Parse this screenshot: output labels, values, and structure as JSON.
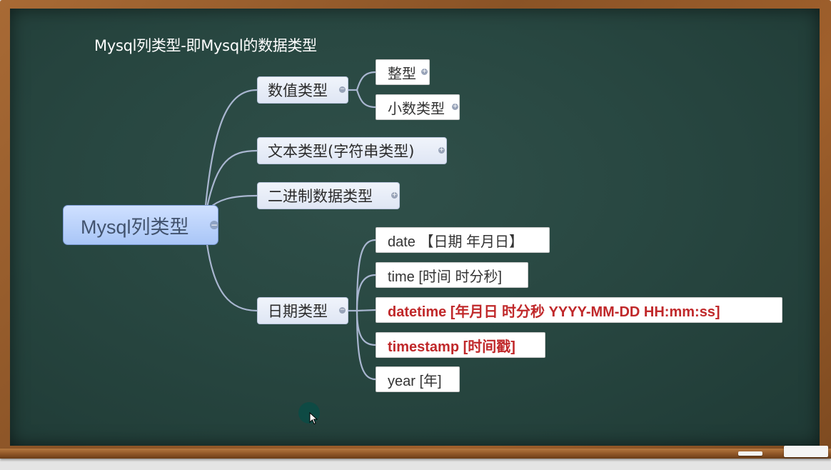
{
  "title": "Mysql列类型-即Mysql的数据类型",
  "root": {
    "label": "Mysql列类型",
    "toggle": "−"
  },
  "branches": [
    {
      "label": "数值类型",
      "toggle": "−",
      "children": [
        {
          "label": "整型",
          "toggle": "+"
        },
        {
          "label": "小数类型",
          "toggle": "+"
        }
      ]
    },
    {
      "label": "文本类型(字符串类型)",
      "toggle": "+"
    },
    {
      "label": "二进制数据类型",
      "toggle": "+"
    },
    {
      "label": "日期类型",
      "toggle": "−",
      "children": [
        {
          "label": "date 【日期 年月日】"
        },
        {
          "label": "time [时间 时分秒]"
        },
        {
          "label": "datetime [年月日 时分秒 YYYY-MM-DD HH:mm:ss]",
          "highlight": true
        },
        {
          "label": "timestamp [时间戳]",
          "highlight": true
        },
        {
          "label": "year [年]"
        }
      ]
    }
  ],
  "colors": {
    "board": "#284741",
    "frame": "#8a5326",
    "connector": "#a9b6d0",
    "root_fill": "#a9c6f7",
    "highlight_text": "#c0282a"
  }
}
